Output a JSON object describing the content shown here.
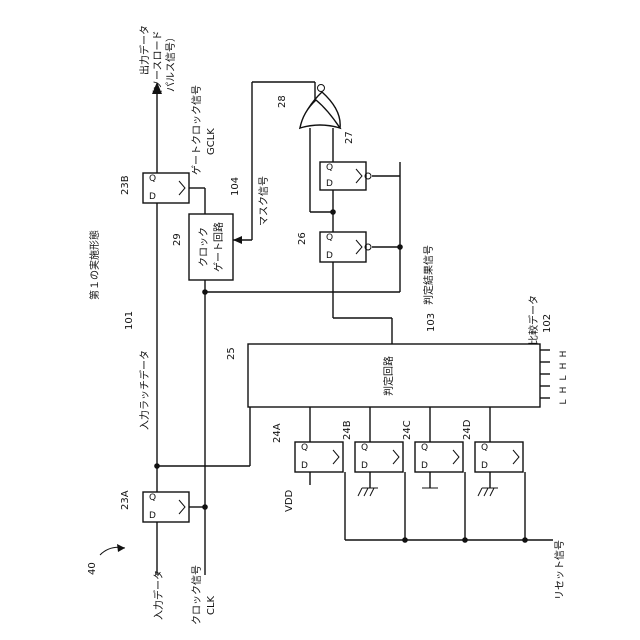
{
  "figure": {
    "title": "第１の実施形態",
    "ref_40": "40"
  },
  "refs": {
    "r23A": "23A",
    "r23B": "23B",
    "r29": "29",
    "r104": "104",
    "r101": "101",
    "r28": "28",
    "r27": "27",
    "r26": "26",
    "r25": "25",
    "r103": "103",
    "r102": "102",
    "r24A": "24A",
    "r24B": "24B",
    "r24C": "24C",
    "r24D": "24D"
  },
  "labels": {
    "output_data": "出力データ",
    "output_data_sub1": "（ソースロード",
    "output_data_sub2": "パルス信号）",
    "gate_clock": "ゲートクロック信号",
    "gclk": "GCLK",
    "mask_signal": "マスク信号",
    "input_latch_data": "入力ラッチデータ",
    "input_data": "入力データ",
    "clock_signal": "クロック信号",
    "clk": "CLK",
    "judge_result": "判定結果信号",
    "compare_data": "比較データ",
    "reset_signal": "リセット信号",
    "vdd": "VDD",
    "judge_circuit": "判定回路",
    "clock_gate_1": "クロック",
    "clock_gate_2": "ゲート回路",
    "bits": [
      "H",
      "H",
      "L",
      "H",
      "L"
    ]
  },
  "pins": {
    "d": "D",
    "q": "Q"
  }
}
